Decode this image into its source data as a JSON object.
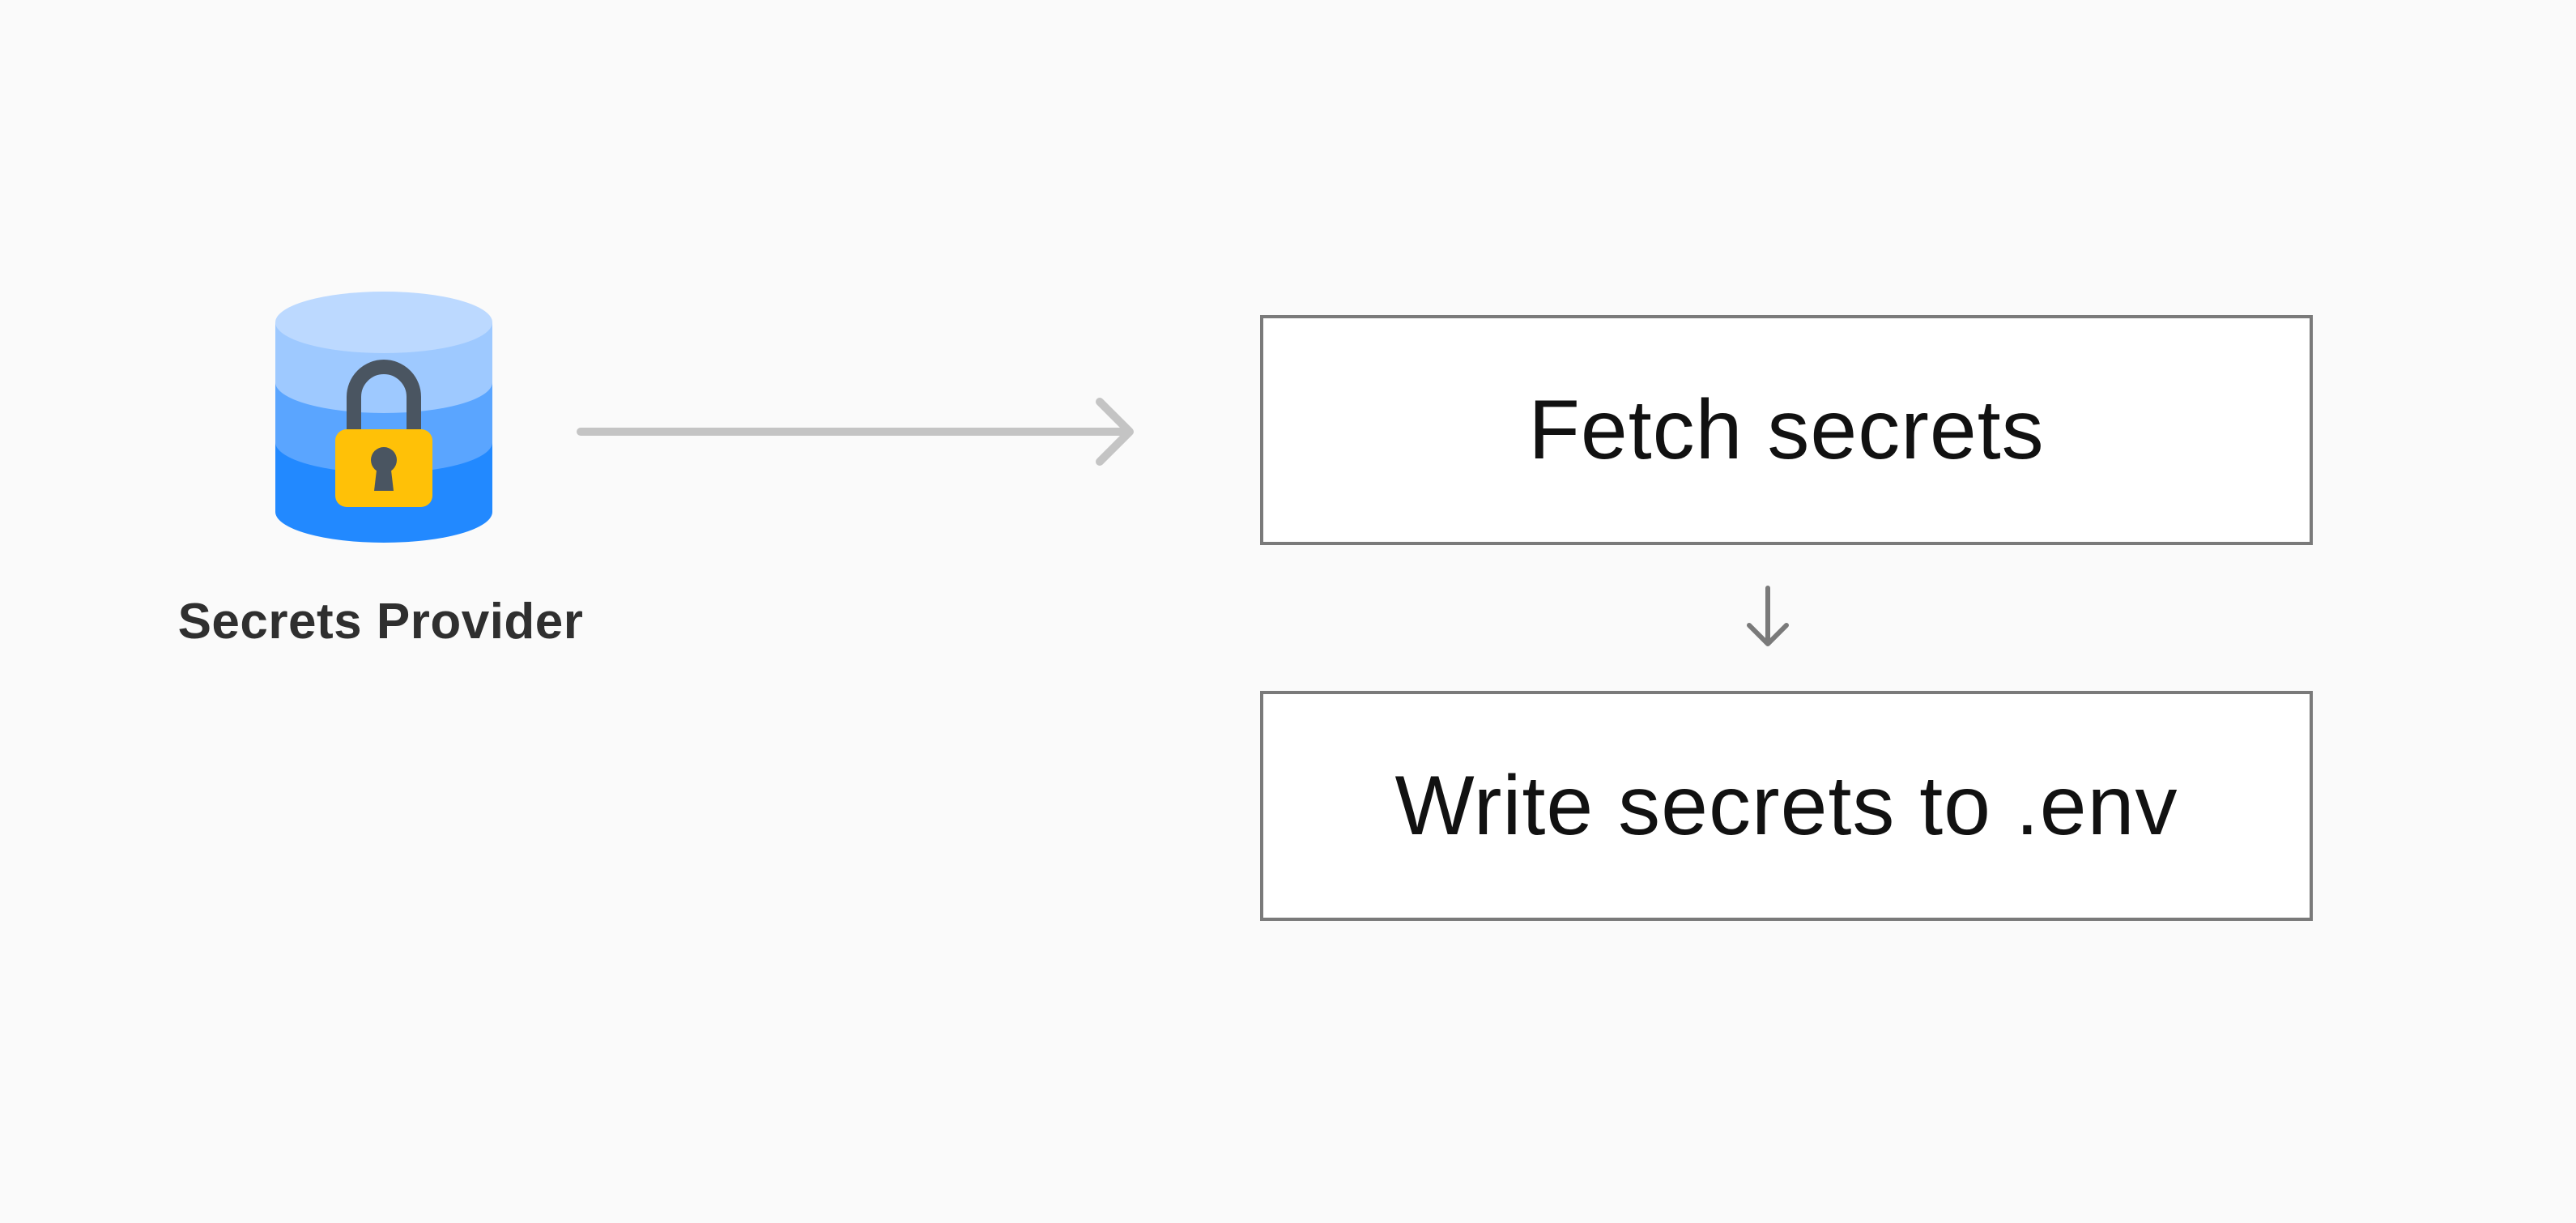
{
  "nodes": {
    "provider": {
      "label": "Secrets Provider",
      "icon": "locked-database-icon"
    }
  },
  "steps": [
    {
      "label": "Fetch secrets"
    },
    {
      "label": "Write secrets to .env"
    }
  ],
  "colors": {
    "background": "#fafafa",
    "db_top": "#bcd9ff",
    "db_mid": "#5aa5ff",
    "db_bottom": "#2289ff",
    "lock_body": "#ffc107",
    "lock_shackle": "#4a5561",
    "arrow_main": "#c4c4c4",
    "arrow_step": "#7a7a7a",
    "box_border": "#7a7a7a"
  }
}
